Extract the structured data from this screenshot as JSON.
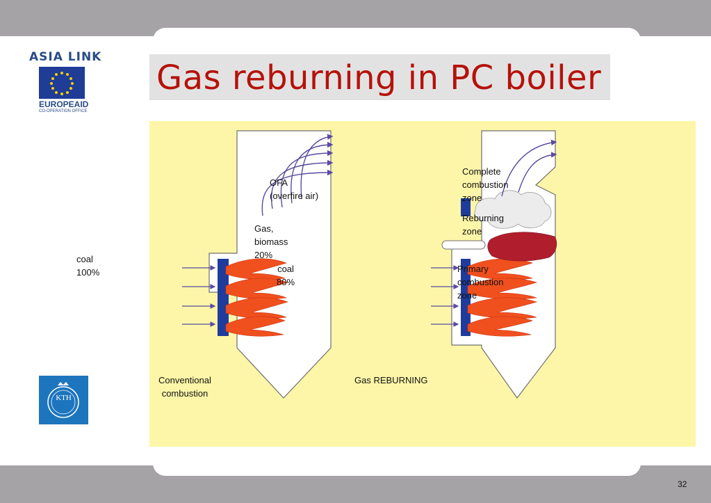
{
  "slide": {
    "title": "Gas reburning in PC boiler",
    "page_number": "32"
  },
  "logos": {
    "asia_link": "ASIA LINK",
    "europeaid": "EUROPEAID",
    "cooperation_office": "CO-OPERATION OFFICE",
    "kth": "KTH"
  },
  "labels": {
    "coal_100": "coal\n100%",
    "ofa": "OFA\n(overfire air)",
    "gas_biomass": "Gas,\nbiomass\n20%",
    "coal_80": "coal\n80%",
    "complete_combustion": "Complete\ncombustion\nzone",
    "reburning_zone": "Reburning\nzone",
    "primary_combustion": "Primary\ncombustion\nzone",
    "conventional": "Conventional\ncombustion",
    "gas_reburning": "Gas REBURNING"
  },
  "colors": {
    "title": "#b5120a",
    "diagram_background": "#fdf6a8",
    "burner": "#1f3c9c",
    "flame": "#f0501e",
    "reburn_zone": "#b01e2e",
    "air_arrows": "#5a4aa0"
  }
}
